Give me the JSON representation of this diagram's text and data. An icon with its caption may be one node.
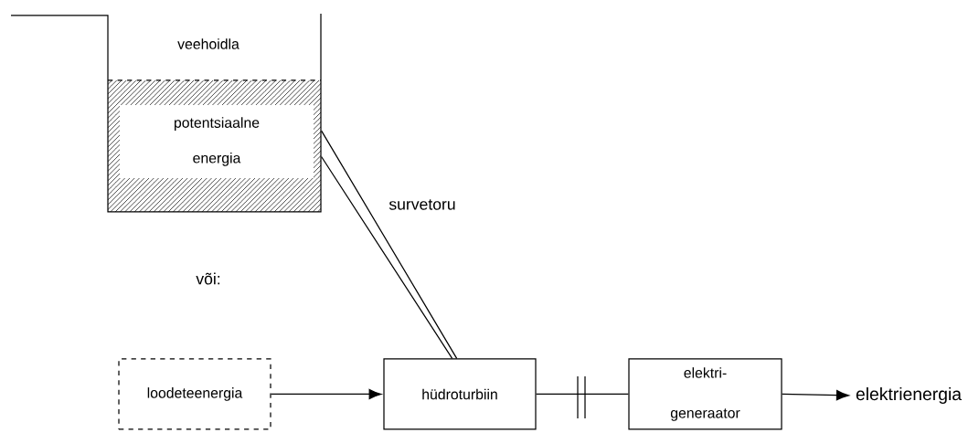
{
  "diagram": {
    "nodes": [
      {
        "text": [
          "veehoidla",
          "potentsiaalne energia"
        ]
      },
      {
        "text": [
          "loodeteenergia"
        ]
      },
      {
        "text": [
          "hüdroturbiin"
        ]
      },
      {
        "text": [
          "elektri- generaator"
        ]
      },
      {
        "text": [
          "elektrienergia"
        ]
      }
    ],
    "edges": [
      {
        "from": 0,
        "to": 2,
        "arrow": "none",
        "label": "survetoru"
      },
      {
        "from": 1,
        "to": 2,
        "arrow": "to"
      },
      {
        "from": 2,
        "to": 3,
        "arrow": "none"
      },
      {
        "from": 3,
        "to": 4,
        "arrow": "to"
      }
    ],
    "labels": [
      "või:"
    ]
  }
}
